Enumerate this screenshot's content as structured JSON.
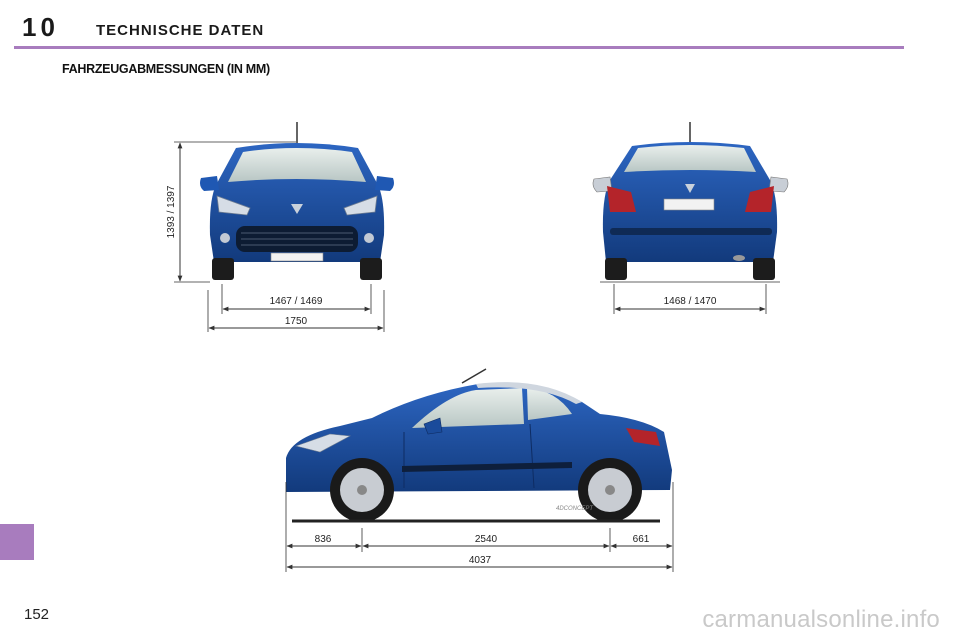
{
  "header": {
    "chapter_number": "10",
    "chapter_title": "TECHNISCHE DATEN"
  },
  "section": {
    "title": "FAHRZEUGABMESSUNGEN (IN MM)"
  },
  "dimensions": {
    "height": "1393 / 1397",
    "front_track": "1467 / 1469",
    "overall_width": "1750",
    "rear_track": "1468 / 1470",
    "front_overhang": "836",
    "wheelbase": "2540",
    "rear_overhang": "661",
    "overall_length": "4037"
  },
  "vehicle_badge": "4DCONCEPT",
  "footer": {
    "page_number": "152",
    "watermark": "carmanualsonline.info"
  },
  "colors": {
    "accent": "#a87cbe",
    "car_body": "#1c4e9e"
  }
}
